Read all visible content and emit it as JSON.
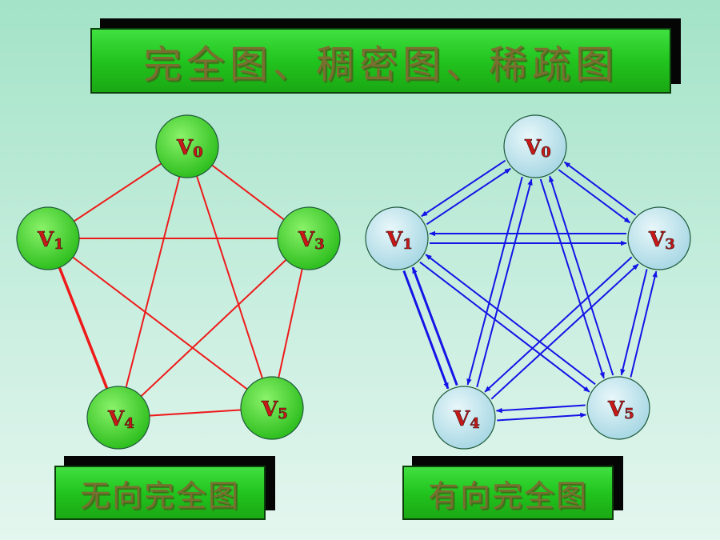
{
  "title": "完全图、稠密图、稀疏图",
  "undirected": {
    "caption": "无向完全图",
    "node_color": "#3ed62a",
    "edge_color": "#ee1a1a",
    "nodes": [
      {
        "id": "v0",
        "letter": "V",
        "sub": "0"
      },
      {
        "id": "v1",
        "letter": "V",
        "sub": "1"
      },
      {
        "id": "v3",
        "letter": "V",
        "sub": "3"
      },
      {
        "id": "v4",
        "letter": "V",
        "sub": "4"
      },
      {
        "id": "v5",
        "letter": "V",
        "sub": "5"
      }
    ],
    "edges": [
      [
        "v0",
        "v1"
      ],
      [
        "v0",
        "v3"
      ],
      [
        "v0",
        "v4"
      ],
      [
        "v0",
        "v5"
      ],
      [
        "v1",
        "v3"
      ],
      [
        "v1",
        "v4"
      ],
      [
        "v1",
        "v5"
      ],
      [
        "v3",
        "v4"
      ],
      [
        "v3",
        "v5"
      ],
      [
        "v4",
        "v5"
      ]
    ]
  },
  "directed": {
    "caption": "有向完全图",
    "node_color": "#bfe6ee",
    "edge_color": "#1414e6",
    "nodes": [
      {
        "id": "v0",
        "letter": "V",
        "sub": "0"
      },
      {
        "id": "v1",
        "letter": "V",
        "sub": "1"
      },
      {
        "id": "v3",
        "letter": "V",
        "sub": "3"
      },
      {
        "id": "v4",
        "letter": "V",
        "sub": "4"
      },
      {
        "id": "v5",
        "letter": "V",
        "sub": "5"
      }
    ],
    "edges": [
      [
        "v0",
        "v1"
      ],
      [
        "v1",
        "v0"
      ],
      [
        "v0",
        "v3"
      ],
      [
        "v3",
        "v0"
      ],
      [
        "v0",
        "v4"
      ],
      [
        "v4",
        "v0"
      ],
      [
        "v0",
        "v5"
      ],
      [
        "v5",
        "v0"
      ],
      [
        "v1",
        "v3"
      ],
      [
        "v3",
        "v1"
      ],
      [
        "v1",
        "v4"
      ],
      [
        "v4",
        "v1"
      ],
      [
        "v1",
        "v5"
      ],
      [
        "v5",
        "v1"
      ],
      [
        "v3",
        "v4"
      ],
      [
        "v4",
        "v3"
      ],
      [
        "v3",
        "v5"
      ],
      [
        "v5",
        "v3"
      ],
      [
        "v4",
        "v5"
      ],
      [
        "v5",
        "v4"
      ]
    ]
  }
}
